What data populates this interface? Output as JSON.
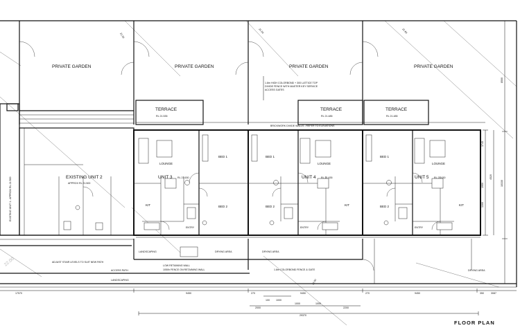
{
  "labels": {
    "private_garden": "PRIVATE GARDEN",
    "terrace": "TERRACE",
    "terrace_rl_1": "RL 21.535",
    "terrace_rl_2": "RL 21.485",
    "terrace_rl_3": "RL 21.485",
    "existing_unit_2": "EXISTING UNIT 2",
    "existing_unit_2_rl": "APPROX RL 21.500",
    "existing_unit_1": "EXISTING UNIT 1 - APPROX RL 21.500",
    "unit_3": "UNIT 3",
    "unit_3_rl": "RL 21.630",
    "unit_4": "UNIT 4",
    "unit_4_rl": "RL 21.635",
    "unit_5": "UNIT 5",
    "unit_5_rl": "RL 21.630",
    "lounge": "LOUNGE",
    "bed_1": "BED 1",
    "bed_2": "BED 2",
    "kit": "KIT",
    "entry": "ENTRY",
    "fence_note": "1.8m HIGH COLORBOND + 300 LATTICE TOP DIVIDE FENCE WITH MASTER KEY SERVICE ACCESS GATES",
    "brickwork_note": "BRICKWORK DIVIDE WALLS - REFER TO ELEVATIONS",
    "landscaping": "LANDSCAPING",
    "drying_area": "DRYING AREA",
    "low_retaining_wall": "LOW RETAINING WALL",
    "fence_on_retaining_wall": "1050h FENCE ON RETAINING WALL",
    "colorbond_fence_gate": "1.8m COLORBOND FENCE & GATE",
    "adjust_stair": "ADJUST STAIR LEVELS TO SUIT NEW PATH",
    "access_path": "ACCESS PATH",
    "floor_plan": "FLOOR PLAN"
  },
  "contours": [
    "21.50",
    "21.50",
    "21.60",
    "22.00"
  ],
  "dimensions": {
    "bottom_row_1": [
      "17570",
      "9450",
      "270",
      "9450",
      "270",
      "9450",
      "350",
      "3087"
    ],
    "bottom_row_2": [
      "2000",
      "2200"
    ],
    "bottom_total": "29370",
    "right_side": [
      "1300",
      "3745",
      "1950",
      "4520",
      "10330",
      "8500"
    ],
    "small_marks": [
      "100",
      "1000",
      "1000",
      "1000"
    ]
  }
}
